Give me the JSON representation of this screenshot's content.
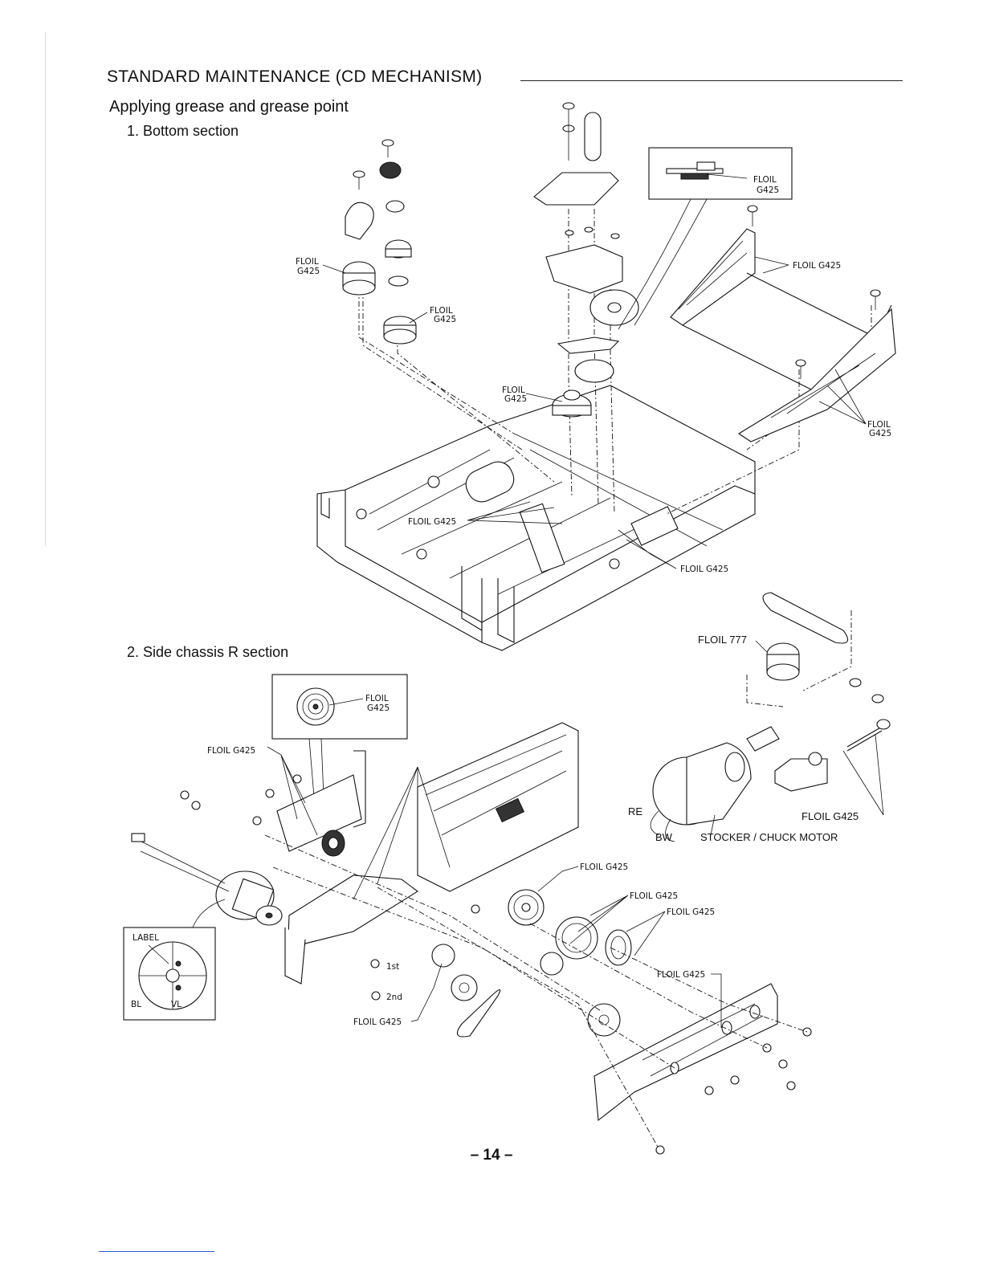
{
  "header": {
    "title": "STANDARD MAINTENANCE (CD MECHANISM)",
    "subtitle": "Applying grease and grease point"
  },
  "sections": {
    "bottom": "1. Bottom section",
    "side": "2. Side chassis R section"
  },
  "labels": {
    "floil": "FLOIL",
    "g425": "G425",
    "floil_g425": "FLOIL G425",
    "floil_777": "FLOIL 777",
    "re": "RE",
    "bw": "BW",
    "stocker_motor": "STOCKER / CHUCK MOTOR",
    "label": "LABEL",
    "bl": "BL",
    "vl": "VL",
    "first": "1st",
    "second": "2nd"
  },
  "footer": {
    "page_number": "– 14 –"
  }
}
